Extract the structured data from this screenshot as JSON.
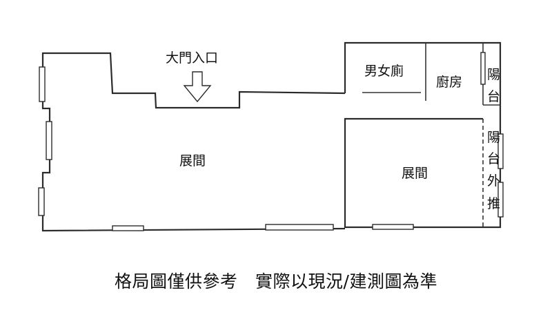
{
  "labels": {
    "main_entrance": "大門入口",
    "wc": "男女廁",
    "kitchen": "廚房",
    "living_left": "展間",
    "living_right": "展間",
    "balcony": [
      "陽",
      "台"
    ],
    "balcony_push_out": [
      "陽",
      "台",
      "外",
      "推"
    ]
  },
  "caption": "格局圖僅供參考　實際以現況/建測圖為準"
}
